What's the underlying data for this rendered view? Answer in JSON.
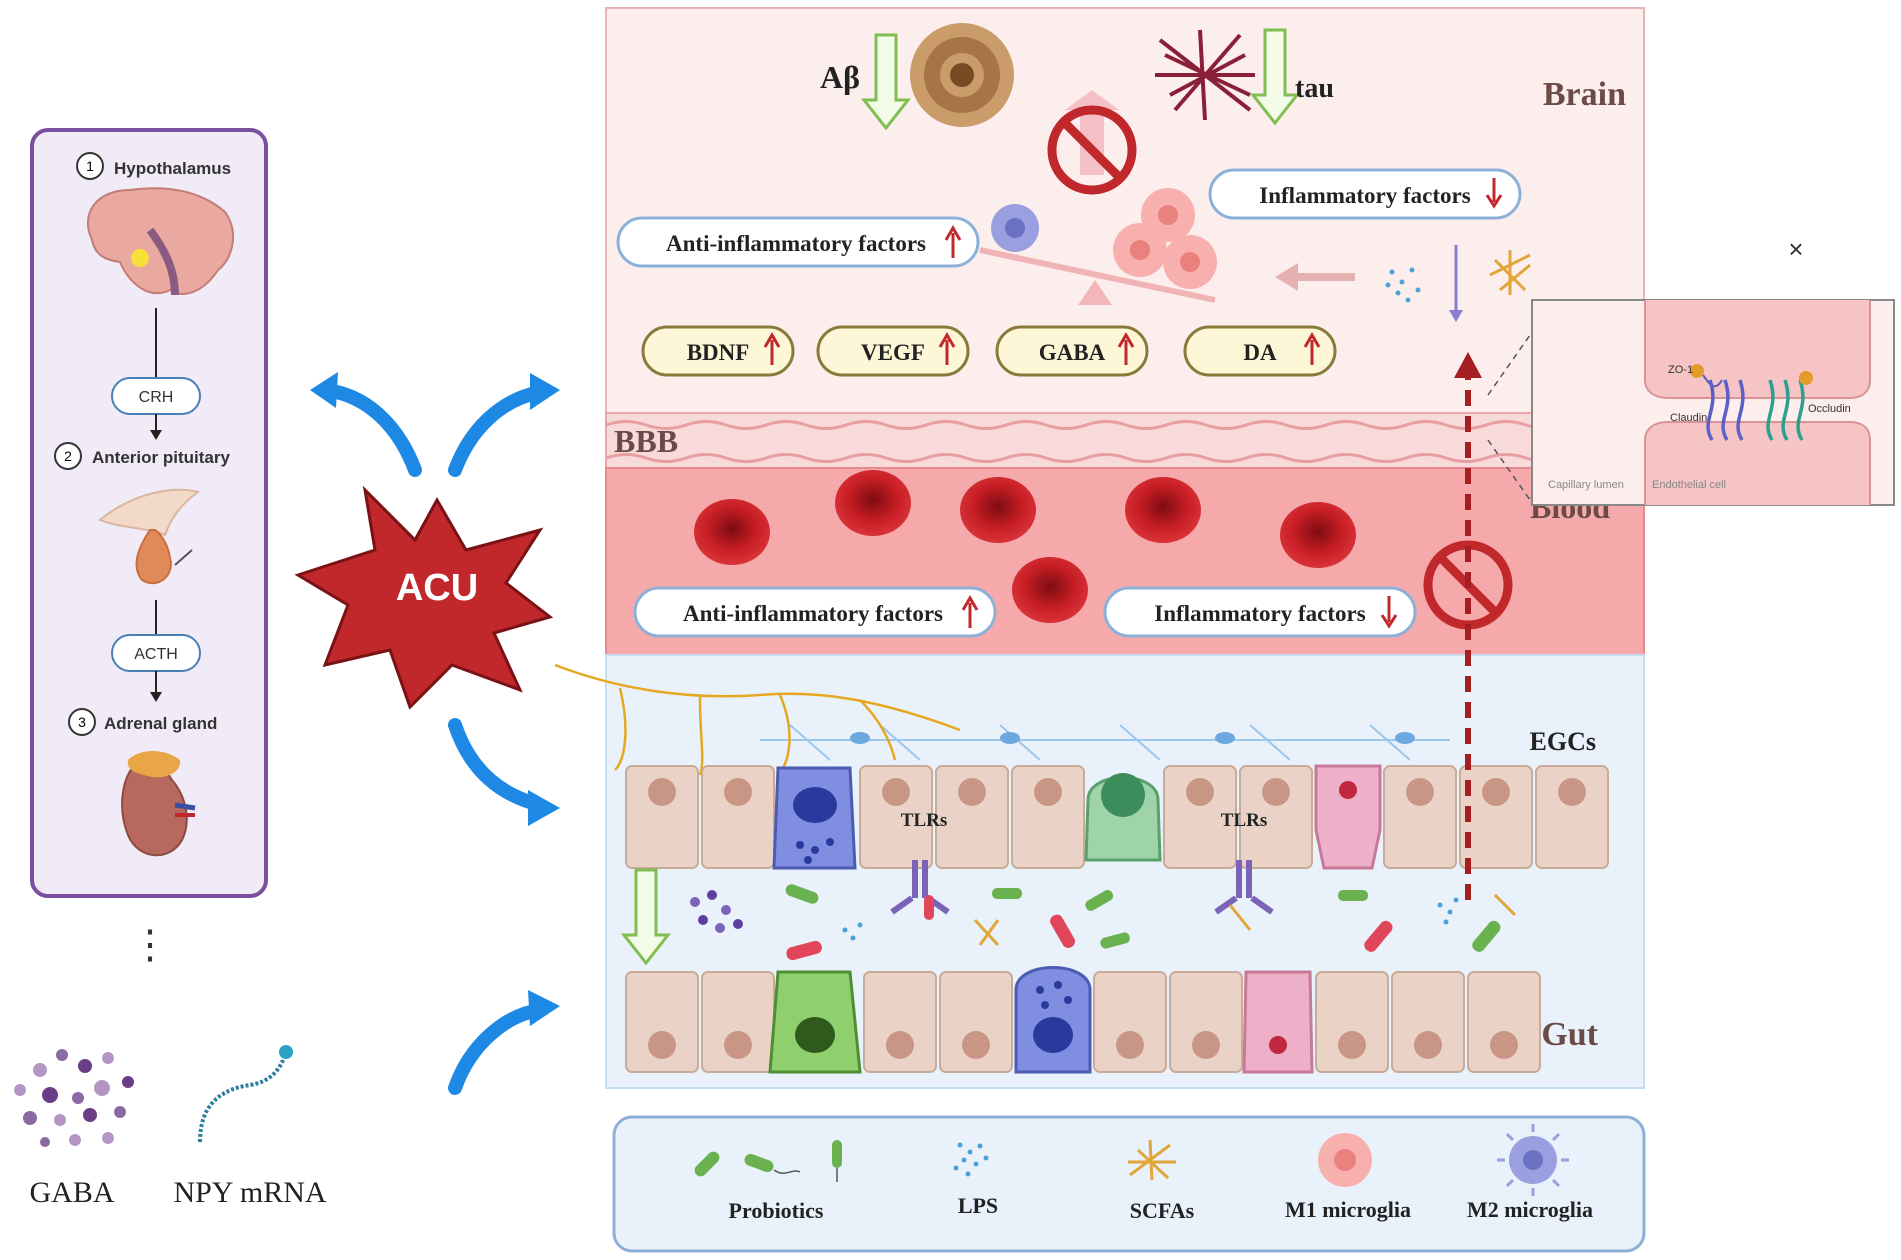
{
  "hpa": {
    "hypothalamus_num": "1",
    "hypothalamus": "Hypothalamus",
    "crh": "CRH",
    "pituitary_num": "2",
    "pituitary": "Anterior pituitary",
    "acth": "ACTH",
    "adrenal_num": "3",
    "adrenal": "Adrenal gland",
    "ellipsis": "⋮"
  },
  "neuro": {
    "gaba": "GABA",
    "npy": "NPY mRNA"
  },
  "acu": {
    "label": "ACU"
  },
  "brain": {
    "label": "Brain",
    "abeta": "Aβ",
    "tau": "tau",
    "anti_inflammatory": "Anti-inflammatory factors",
    "inflammatory": "Inflammatory factors",
    "factors": [
      "BDNF",
      "VEGF",
      "GABA",
      "DA"
    ]
  },
  "bbb": {
    "label": "BBB"
  },
  "blood": {
    "label": "Blood",
    "anti_inflammatory": "Anti-inflammatory factors",
    "inflammatory": "Inflammatory factors"
  },
  "gut": {
    "label": "Gut",
    "egcs": "EGCs",
    "tlrs_1": "TLRs",
    "tlrs_2": "TLRs"
  },
  "popup": {
    "close": "×",
    "zo1": "ZO-1",
    "claudin": "Claudin",
    "occludin": "Occludin",
    "capillary": "Capillary lumen",
    "endothelial": "Endothelial cell"
  },
  "legend": {
    "items": [
      "Probiotics",
      "LPS",
      "SCFAs",
      "M1 microglia",
      "M2 microglia"
    ]
  },
  "colors": {
    "hpa_border": "#7b4fa0",
    "hpa_fill": "#f1ebf7",
    "brain_fill": "#fdeeee",
    "blood_fill": "#f6a9ab",
    "gut_fill": "#e9f2fa",
    "acu_fill": "#c0282c",
    "blue_arrow": "#1e88e5",
    "red_dashed": "#a41e22",
    "factor_pill": "#fdf6d7"
  }
}
